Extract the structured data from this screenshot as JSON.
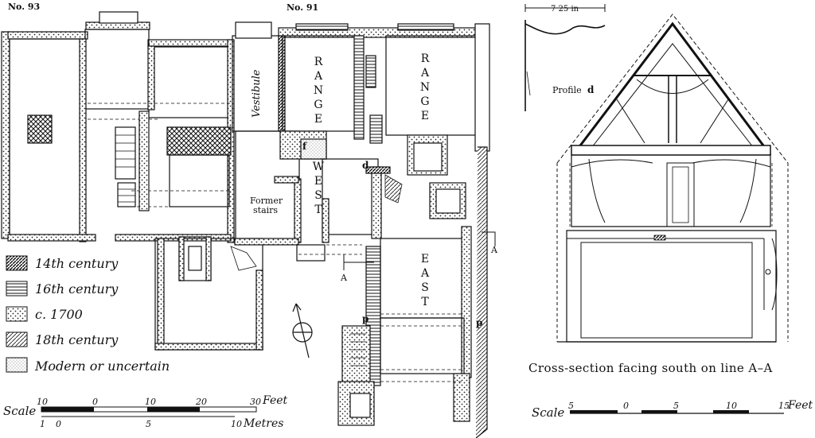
{
  "plan": {
    "house_left": "No. 93",
    "house_mid": "No. 91",
    "vestibule": "Vestibule",
    "range_word": "RANGE",
    "west": "WEST",
    "east": "EAST",
    "range_letters": [
      "R",
      "A",
      "N",
      "G",
      "E"
    ],
    "west_letters": [
      "W",
      "E",
      "S",
      "T"
    ],
    "east_letters": [
      "E",
      "A",
      "S",
      "T"
    ],
    "former_stairs_1": "Former",
    "former_stairs_2": "stairs",
    "mark_f": "f",
    "mark_d": "d",
    "mark_p": "p",
    "mark_a": "A"
  },
  "legend": {
    "items": [
      {
        "label": "14th century",
        "pattern": "diag-dense"
      },
      {
        "label": "16th century",
        "pattern": "horizontal"
      },
      {
        "label": "c. 1700",
        "pattern": "dots"
      },
      {
        "label": "18th century",
        "pattern": "diag-light"
      },
      {
        "label": "Modern or uncertain",
        "pattern": "stipple"
      }
    ]
  },
  "plan_scale": {
    "label": "Scale",
    "feet_ticks": [
      "10",
      "0",
      "10",
      "20",
      "30"
    ],
    "feet_unit": "Feet",
    "metre_ticks": [
      "1",
      "0",
      "5",
      "10"
    ],
    "metre_unit": "Metres"
  },
  "section": {
    "dimension": "7 25 in",
    "profile_label": "Profile",
    "profile_mark": "d",
    "caption": "Cross-section facing south on line A–A"
  },
  "section_scale": {
    "label": "Scale",
    "ticks": [
      "5",
      "0",
      "5",
      "10",
      "15"
    ],
    "unit": "Feet"
  }
}
